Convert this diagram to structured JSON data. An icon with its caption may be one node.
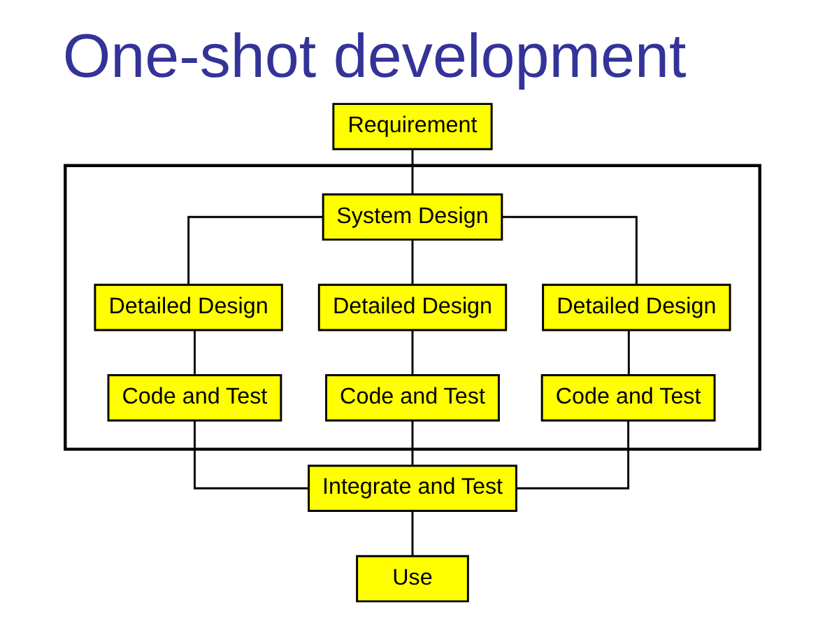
{
  "diagram": {
    "title": "One-shot development",
    "nodes": [
      {
        "text": [
          "Requirement"
        ]
      },
      {
        "text": [],
        "shape": "box"
      },
      {
        "text": [
          "System Design"
        ],
        "in": 1
      },
      {
        "text": [
          "Detailed Design"
        ],
        "in": 1
      },
      {
        "text": [
          "Detailed Design"
        ],
        "in": 1
      },
      {
        "text": [
          "Detailed Design"
        ],
        "in": 1
      },
      {
        "text": [
          "Code and Test"
        ],
        "in": 1
      },
      {
        "text": [
          "Code and Test"
        ],
        "in": 1
      },
      {
        "text": [
          "Code and Test"
        ],
        "in": 1
      },
      {
        "text": [
          "Integrate and Test"
        ]
      },
      {
        "text": [
          "Use"
        ]
      }
    ],
    "edges": [
      {
        "from": 0,
        "to": 2,
        "arrow": "none"
      },
      {
        "from": 2,
        "to": 3,
        "arrow": "none"
      },
      {
        "from": 2,
        "to": 4,
        "arrow": "none"
      },
      {
        "from": 2,
        "to": 5,
        "arrow": "none"
      },
      {
        "from": 3,
        "to": 6,
        "arrow": "none"
      },
      {
        "from": 4,
        "to": 7,
        "arrow": "none"
      },
      {
        "from": 5,
        "to": 8,
        "arrow": "none"
      },
      {
        "from": 6,
        "to": 9,
        "arrow": "none"
      },
      {
        "from": 7,
        "to": 9,
        "arrow": "none"
      },
      {
        "from": 8,
        "to": 9,
        "arrow": "none"
      },
      {
        "from": 9,
        "to": 10,
        "arrow": "none"
      }
    ]
  }
}
